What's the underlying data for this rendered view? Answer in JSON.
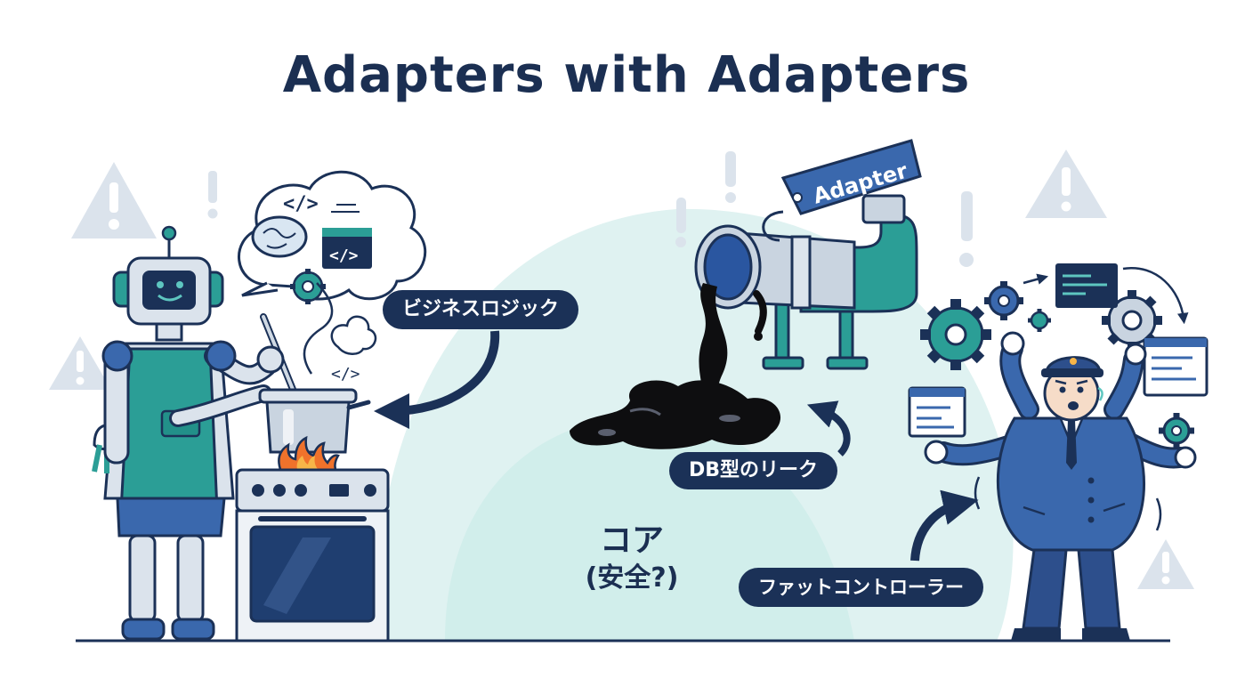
{
  "title": "Adapters with Adapters",
  "labels": {
    "business_logic": "ビジネスロジック",
    "db_leak": "DB型のリーク",
    "fat_controller": "ファットコントローラー",
    "adapter_tag": "Adapter",
    "core_line1": "コア",
    "core_line2": "(安全?)"
  },
  "code_glyph": "</>",
  "colors": {
    "navy": "#1b3157",
    "teal": "#2b9e96",
    "blue": "#3a68ad",
    "light_teal": "#dff2f1",
    "gray_warning": "#dbe3ec",
    "ink": "#0e0e10"
  },
  "icons": [
    "warning-icon",
    "exclamation-icon",
    "gear-icon",
    "brain-icon",
    "code-window-icon",
    "flame-icon"
  ]
}
